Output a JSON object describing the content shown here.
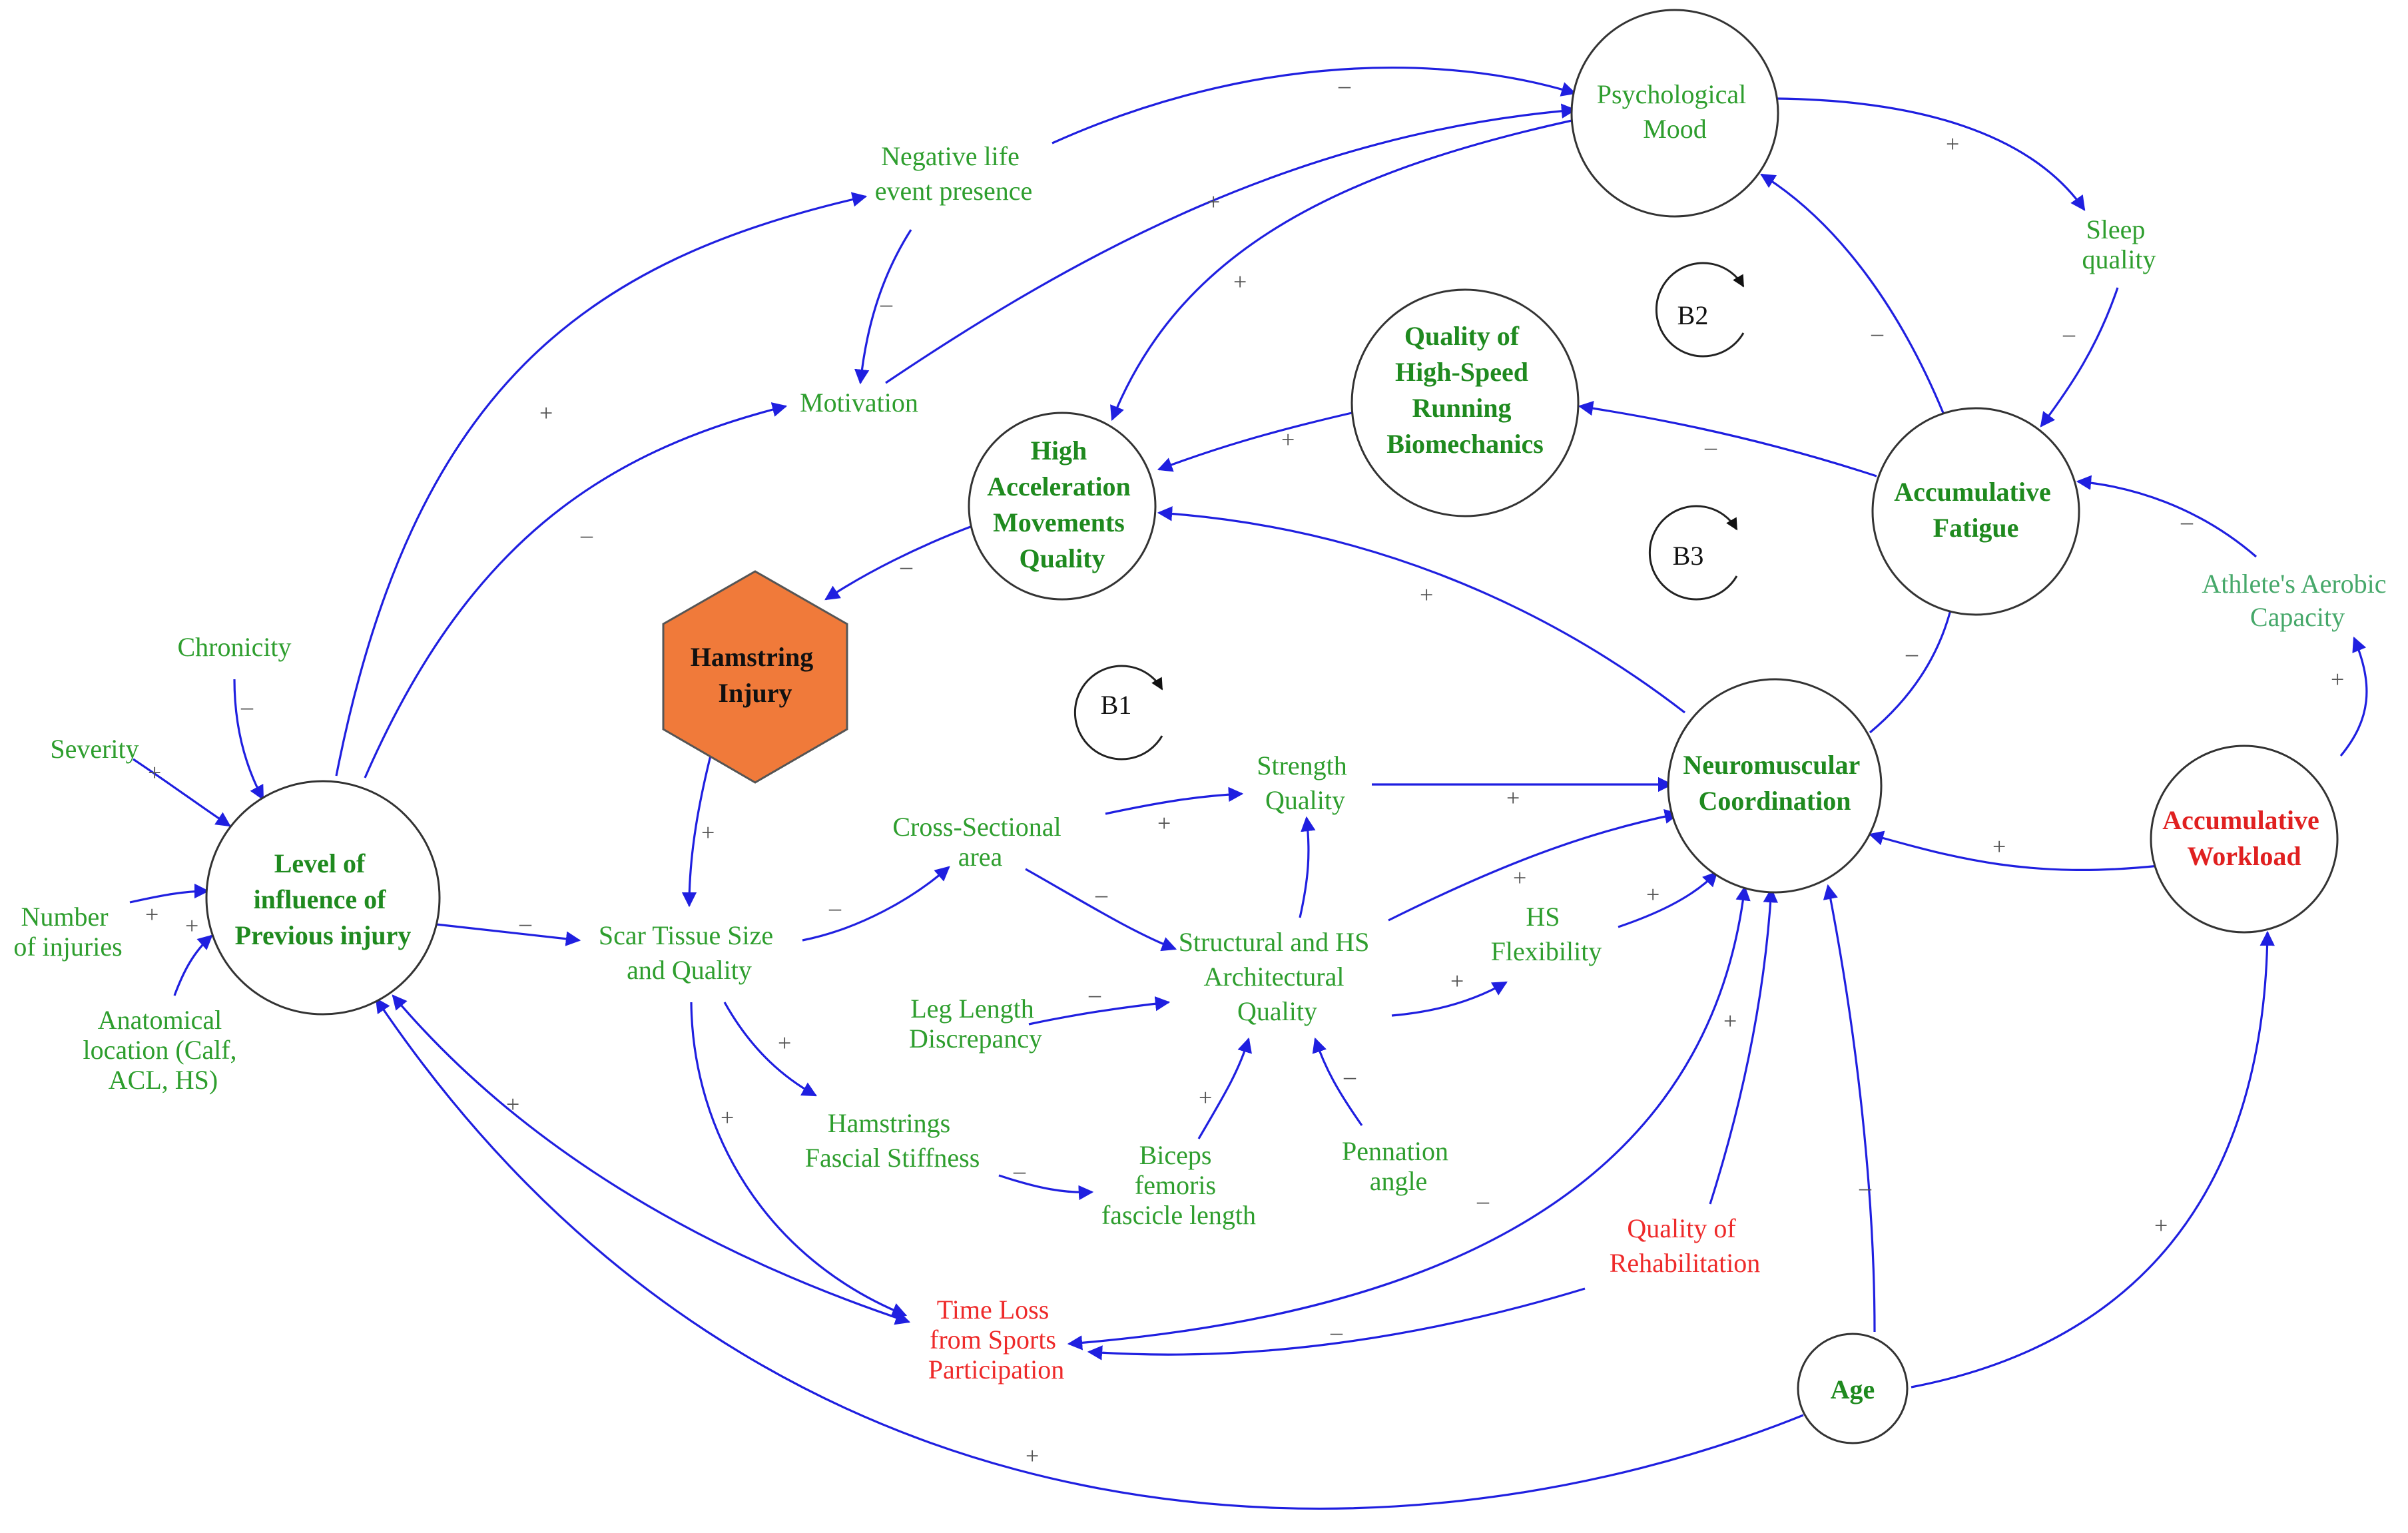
{
  "colors": {
    "edge": "#1f1fe0",
    "label_green": "#2e9e2e",
    "label_red": "#ee2a2a",
    "hexagon_fill": "#f07a3a",
    "circle_stroke": "#333333"
  },
  "nodes": {
    "psychological_mood": [
      "Psychological",
      "Mood"
    ],
    "negative_life_event": [
      "Negative life",
      "event presence"
    ],
    "sleep_quality": [
      "Sleep",
      "quality"
    ],
    "motivation": [
      "Motivation"
    ],
    "quality_hsr": [
      "Quality of",
      "High-Speed",
      "Running",
      "Biomechanics"
    ],
    "high_acceleration": [
      "High",
      "Acceleration",
      "Movements",
      "Quality"
    ],
    "accumulative_fatigue": [
      "Accumulative",
      "Fatigue"
    ],
    "athletes_aerobic": [
      "Athlete's Aerobic",
      "Capacity"
    ],
    "hamstring_injury": [
      "Hamstring",
      "Injury"
    ],
    "chronicity": [
      "Chronicity"
    ],
    "severity": [
      "Severity"
    ],
    "number_of_injuries": [
      "Number",
      "of injuries"
    ],
    "anatomical_location": [
      "Anatomical",
      "location (Calf,",
      "ACL, HS)"
    ],
    "level_of_influence": [
      "Level of",
      "influence of",
      "Previous injury"
    ],
    "strength_quality": [
      "Strength",
      "Quality"
    ],
    "cross_sectional": [
      "Cross-Sectional",
      "area"
    ],
    "neuromuscular": [
      "Neuromuscular",
      "Coordination"
    ],
    "accumulative_workload": [
      "Accumulative",
      "Workload"
    ],
    "scar_tissue": [
      "Scar Tissue Size",
      "and Quality"
    ],
    "structural_hs": [
      "Structural and HS",
      "Architectural",
      "Quality"
    ],
    "hs_flexibility": [
      "HS",
      "Flexibility"
    ],
    "leg_length": [
      "Leg Length",
      "Discrepancy"
    ],
    "hamstrings_fascial": [
      "Hamstrings",
      "Fascial Stiffness"
    ],
    "biceps_femoris": [
      "Biceps",
      "femoris",
      "fascicle length"
    ],
    "pennation_angle": [
      "Pennation",
      "angle"
    ],
    "quality_rehab": [
      "Quality of",
      "Rehabilitation"
    ],
    "time_loss": [
      "Time Loss",
      "from Sports",
      "Participation"
    ],
    "age": [
      "Age"
    ]
  },
  "loops": [
    "B1",
    "B2",
    "B3"
  ],
  "polarity": {
    "plus": "+",
    "minus": "–"
  }
}
